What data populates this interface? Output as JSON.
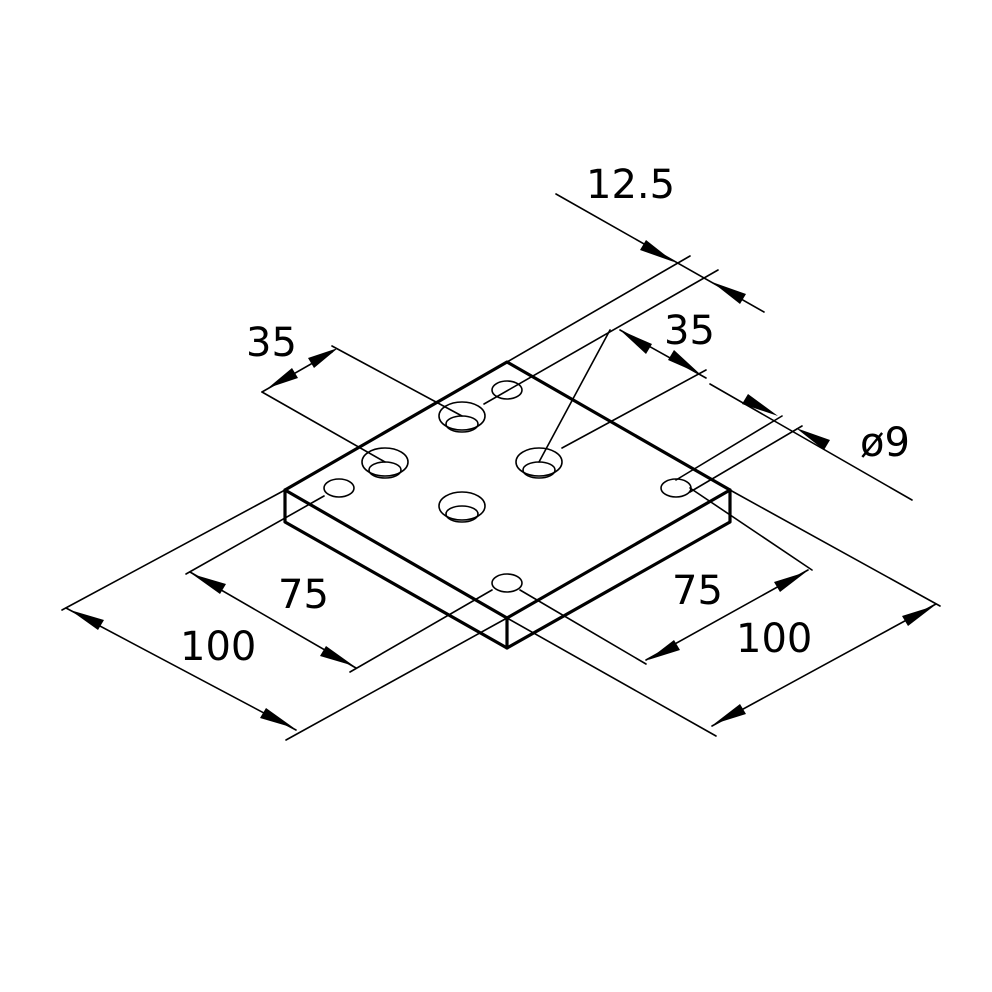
{
  "drawing": {
    "colors": {
      "line": "#000000",
      "background": "#ffffff"
    },
    "dimensions": {
      "hole_offset_top": "12.5",
      "spacing_left": "35",
      "spacing_right": "35",
      "hole_diameter": "ø9",
      "inner_left": "75",
      "outer_left": "100",
      "inner_right": "75",
      "outer_right": "100"
    }
  }
}
